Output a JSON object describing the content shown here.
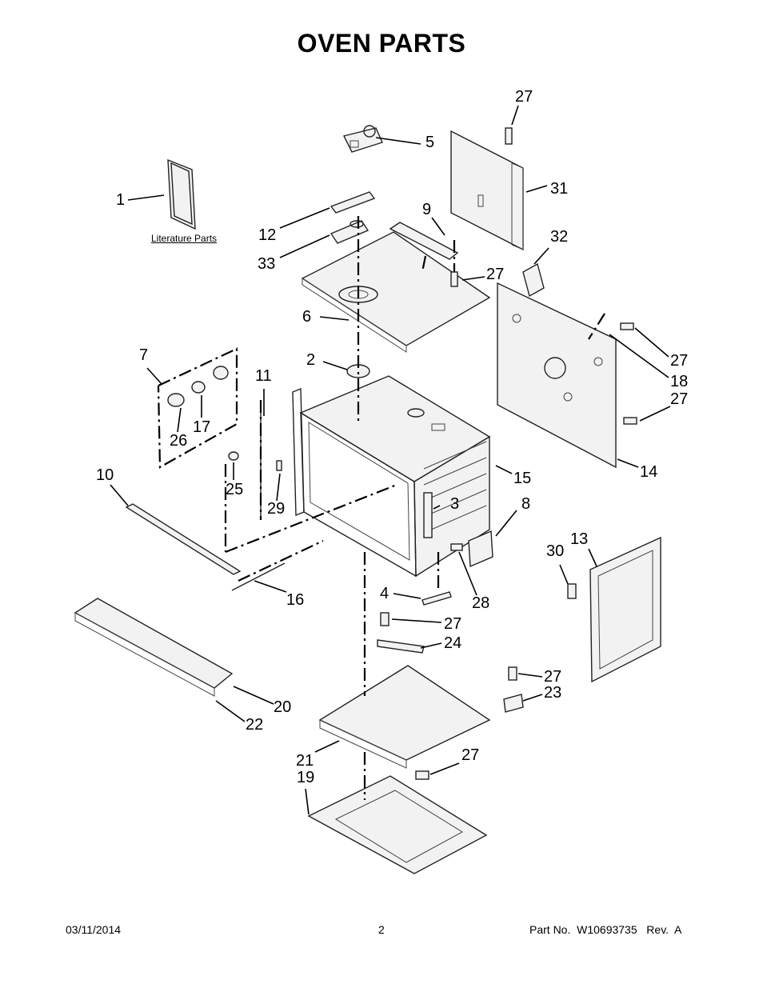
{
  "page": {
    "title": "OVEN PARTS",
    "literature_label": "Literature Parts"
  },
  "callouts": [
    {
      "id": "c1",
      "text": "1"
    },
    {
      "id": "c2",
      "text": "2"
    },
    {
      "id": "c3",
      "text": "3"
    },
    {
      "id": "c4",
      "text": "4"
    },
    {
      "id": "c5",
      "text": "5"
    },
    {
      "id": "c6",
      "text": "6"
    },
    {
      "id": "c7",
      "text": "7"
    },
    {
      "id": "c8",
      "text": "8"
    },
    {
      "id": "c9",
      "text": "9"
    },
    {
      "id": "c10",
      "text": "10"
    },
    {
      "id": "c11",
      "text": "11"
    },
    {
      "id": "c12",
      "text": "12"
    },
    {
      "id": "c13",
      "text": "13"
    },
    {
      "id": "c14",
      "text": "14"
    },
    {
      "id": "c15",
      "text": "15"
    },
    {
      "id": "c16",
      "text": "16"
    },
    {
      "id": "c17",
      "text": "17"
    },
    {
      "id": "c18",
      "text": "18"
    },
    {
      "id": "c19",
      "text": "19"
    },
    {
      "id": "c20",
      "text": "20"
    },
    {
      "id": "c21",
      "text": "21"
    },
    {
      "id": "c22",
      "text": "22"
    },
    {
      "id": "c23",
      "text": "23"
    },
    {
      "id": "c24",
      "text": "24"
    },
    {
      "id": "c25",
      "text": "25"
    },
    {
      "id": "c26",
      "text": "26"
    },
    {
      "id": "c28",
      "text": "28"
    },
    {
      "id": "c29",
      "text": "29"
    },
    {
      "id": "c30",
      "text": "30"
    },
    {
      "id": "c31",
      "text": "31"
    },
    {
      "id": "c32",
      "text": "32"
    },
    {
      "id": "c33",
      "text": "33"
    },
    {
      "id": "c27a",
      "text": "27"
    },
    {
      "id": "c27b",
      "text": "27"
    },
    {
      "id": "c27c",
      "text": "27"
    },
    {
      "id": "c27d",
      "text": "27"
    },
    {
      "id": "c27e",
      "text": "27"
    },
    {
      "id": "c27f",
      "text": "27"
    },
    {
      "id": "c27g",
      "text": "27"
    }
  ],
  "footer": {
    "date": "03/11/2014",
    "page_number": "2",
    "part_number": "Part No.  W10693735   Rev.  A"
  }
}
